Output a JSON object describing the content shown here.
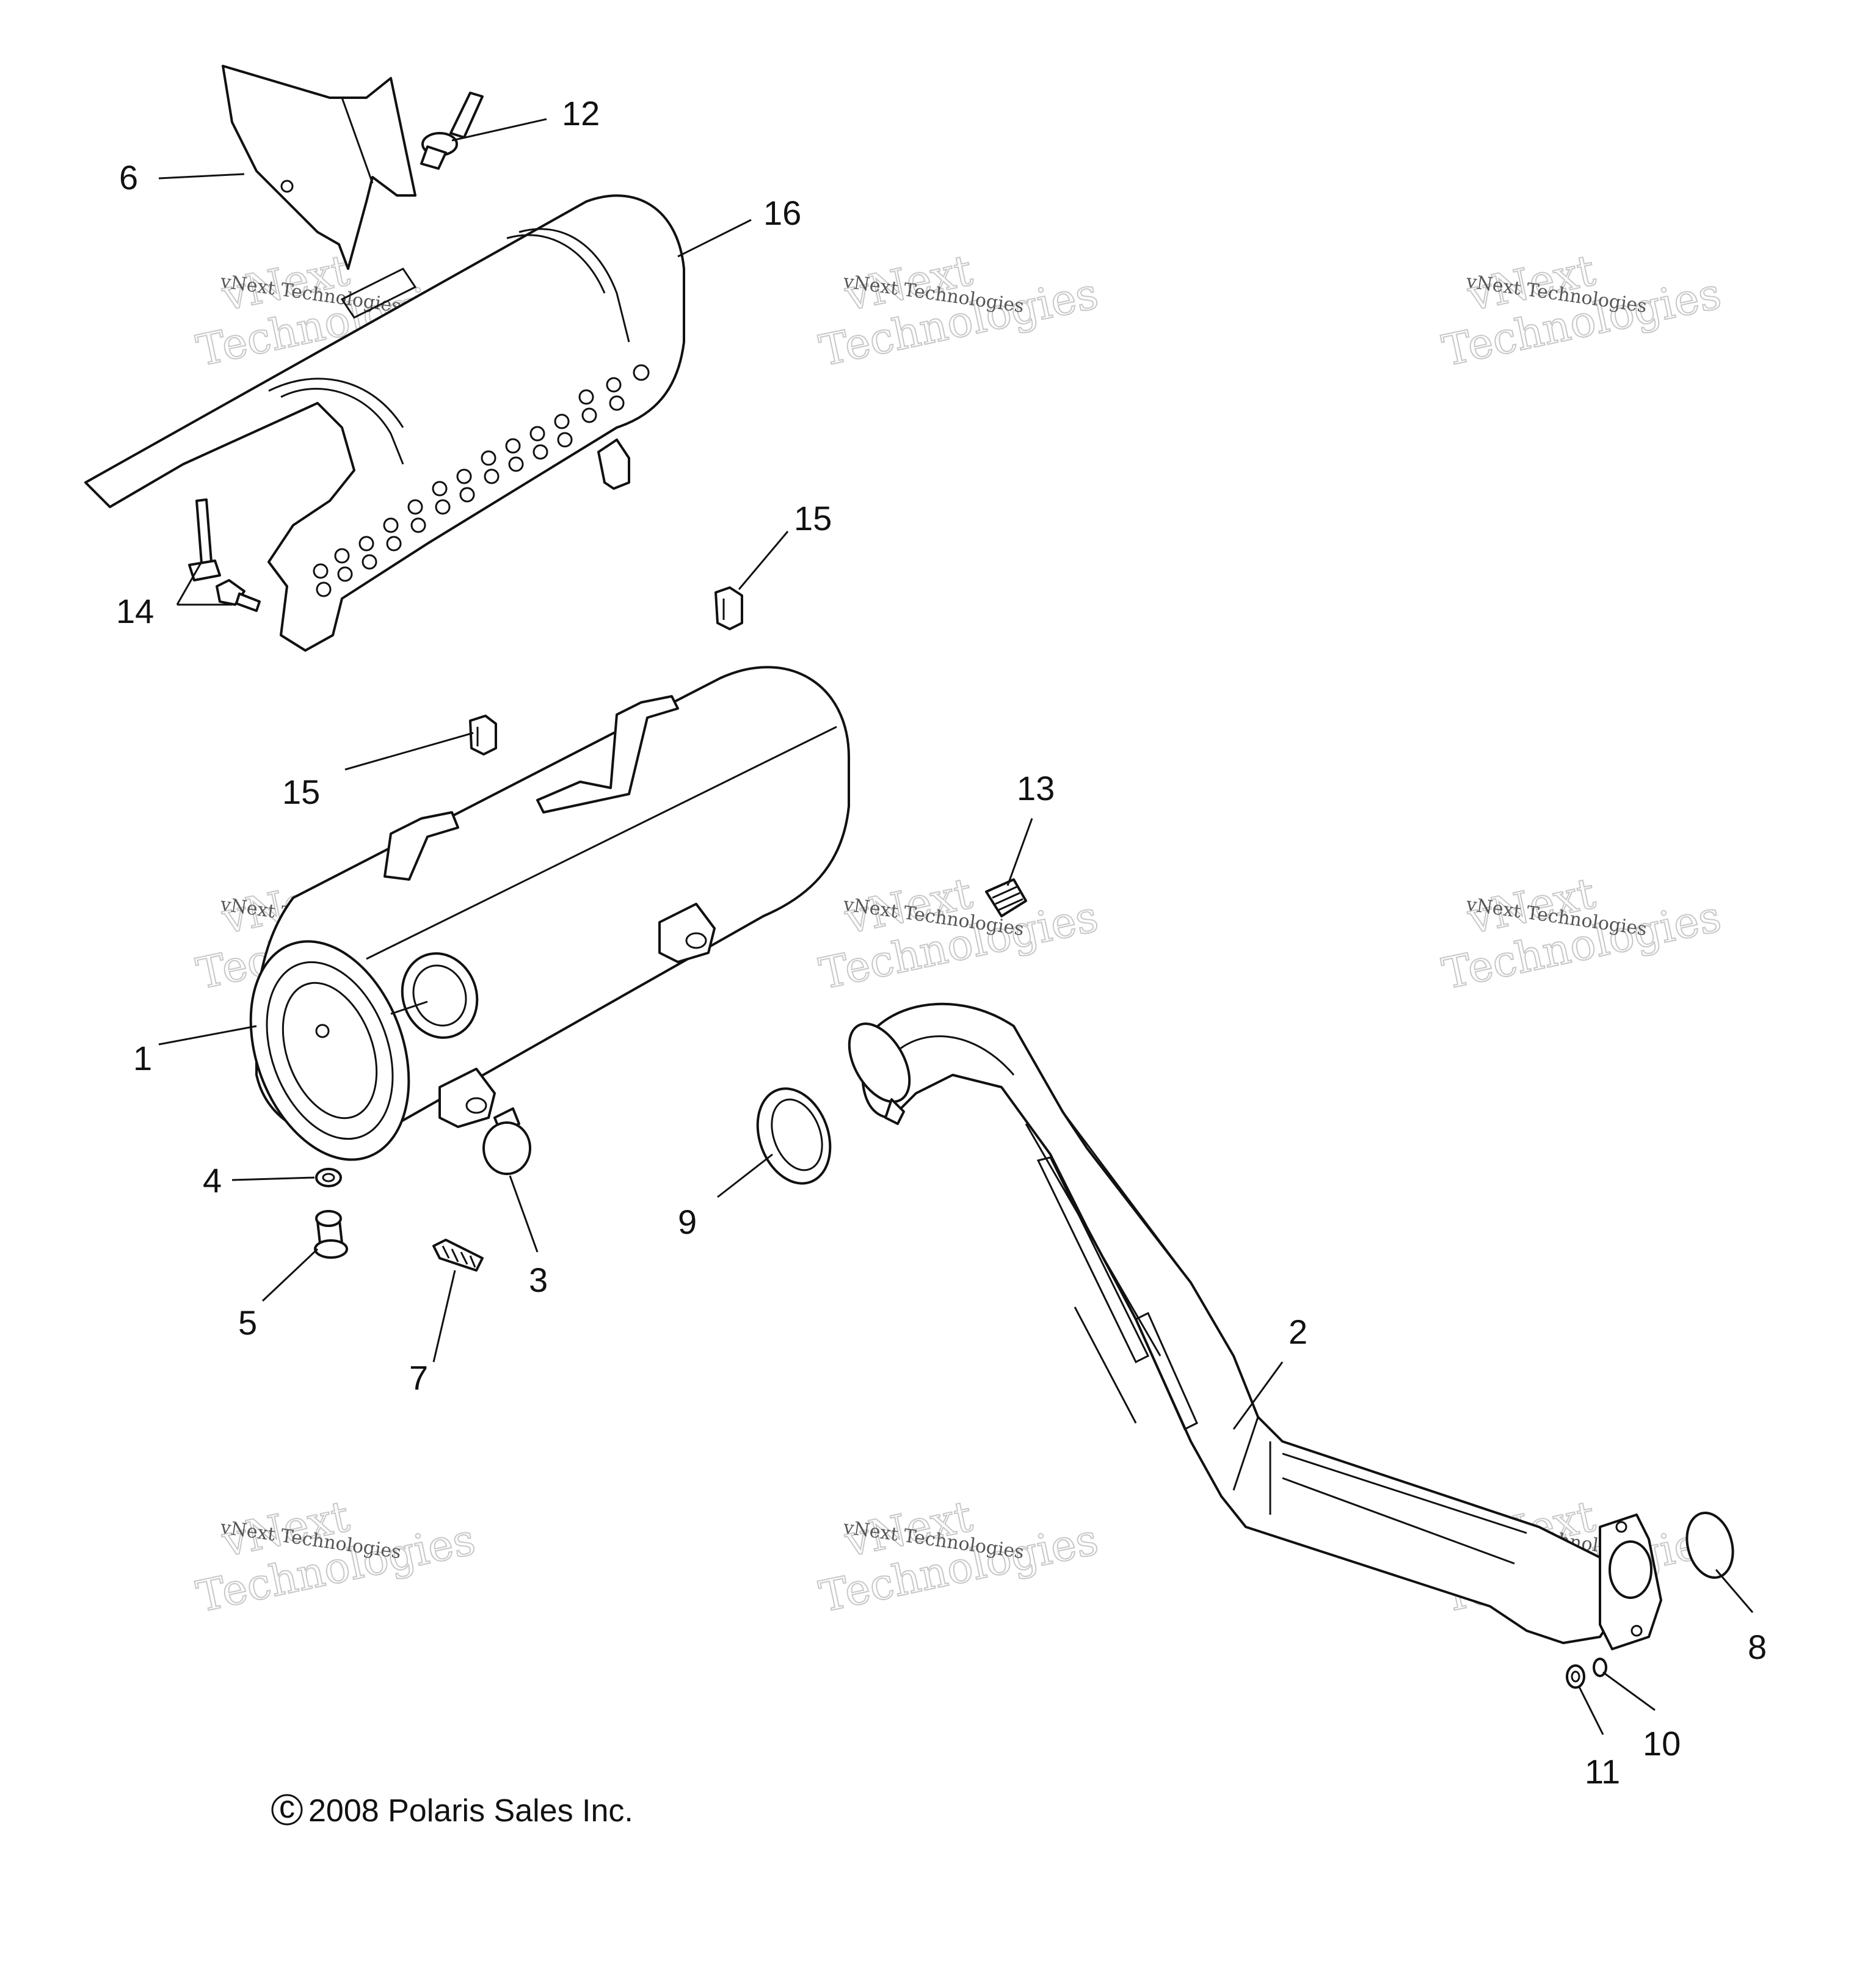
{
  "callouts": [
    {
      "id": "c1",
      "label": "1"
    },
    {
      "id": "c2",
      "label": "2"
    },
    {
      "id": "c3",
      "label": "3"
    },
    {
      "id": "c4",
      "label": "4"
    },
    {
      "id": "c5",
      "label": "5"
    },
    {
      "id": "c6",
      "label": "6"
    },
    {
      "id": "c7",
      "label": "7"
    },
    {
      "id": "c8",
      "label": "8"
    },
    {
      "id": "c9",
      "label": "9"
    },
    {
      "id": "c10",
      "label": "10"
    },
    {
      "id": "c11",
      "label": "11"
    },
    {
      "id": "c12",
      "label": "12"
    },
    {
      "id": "c13",
      "label": "13"
    },
    {
      "id": "c14",
      "label": "14"
    },
    {
      "id": "c15a",
      "label": "15"
    },
    {
      "id": "c15b",
      "label": "15"
    },
    {
      "id": "c16",
      "label": "16"
    }
  ],
  "copyright": {
    "symbol": "c",
    "text": "2008 Polaris Sales Inc."
  },
  "watermark": {
    "line1": "vNext",
    "line2": "Technologies",
    "small": "vNext Technologies"
  }
}
